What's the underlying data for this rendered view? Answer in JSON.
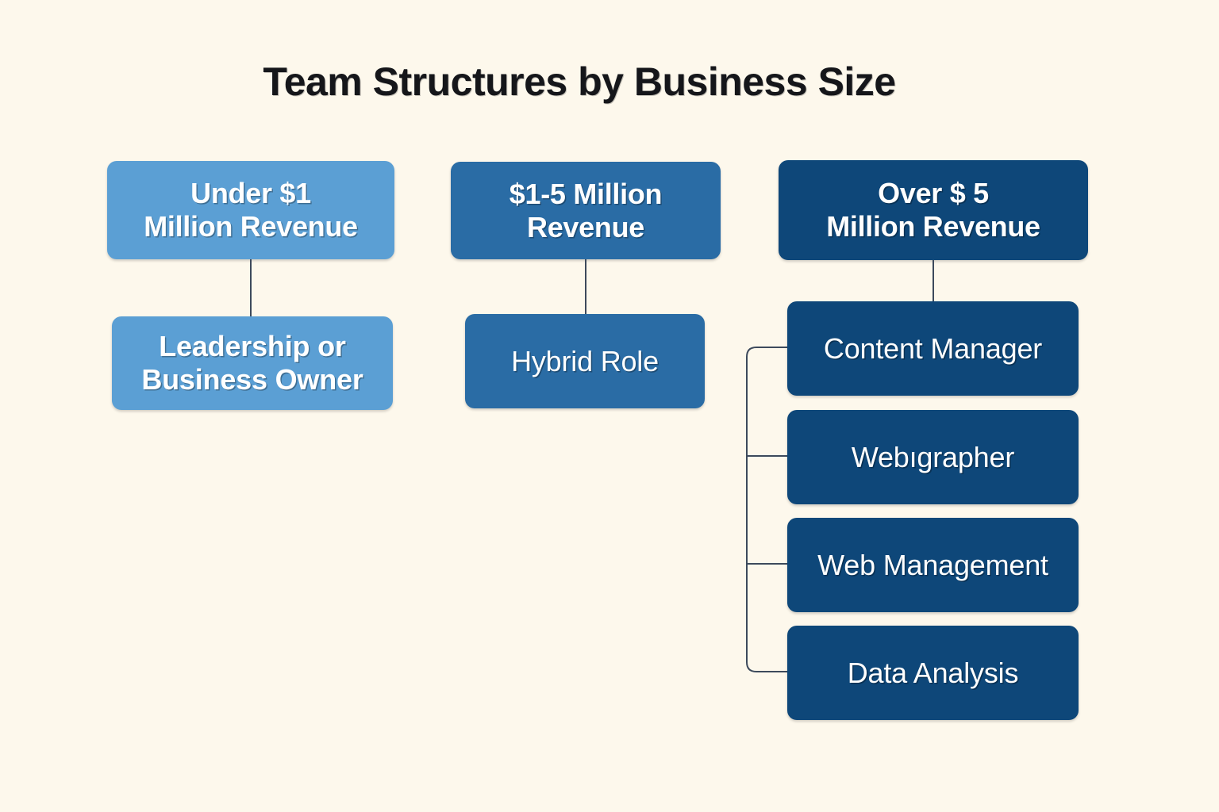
{
  "title": "Team Structures by Business Size",
  "colors": {
    "background": "#fdf8ec",
    "tier_light": "#5b9fd4",
    "tier_medium": "#2a6ca5",
    "tier_dark": "#0e4779",
    "connector": "#3d4a5c",
    "title_text": "#15161a",
    "node_text": "#ffffff"
  },
  "columns": [
    {
      "id": "under-1-million",
      "tier": "light",
      "header": {
        "line1": "Under $1",
        "line2": "Million Revenue"
      },
      "children": [
        {
          "line1": "Leadership or",
          "line2": "Business Owner"
        }
      ]
    },
    {
      "id": "one-to-five-million",
      "tier": "medium",
      "header": {
        "line1": "$1-5 Million",
        "line2": "Revenue"
      },
      "children": [
        {
          "line1": "Hybrid Role",
          "line2": ""
        }
      ]
    },
    {
      "id": "over-5-million",
      "tier": "dark",
      "header": {
        "line1": "Over $ 5",
        "line2": "Million Revenue"
      },
      "children": [
        {
          "line1": "Content Manager",
          "line2": ""
        },
        {
          "line1": "Webıgrapher",
          "line2": ""
        },
        {
          "line1": "Web Management",
          "line2": ""
        },
        {
          "line1": "Data Analysis",
          "line2": ""
        }
      ]
    }
  ],
  "chart_data": {
    "type": "diagram",
    "diagram_kind": "org-chart",
    "title": "Team Structures by Business Size",
    "nodes": [
      {
        "id": "n1",
        "label": "Under $1 Million Revenue",
        "level": 0,
        "column": 0,
        "color": "#5b9fd4"
      },
      {
        "id": "n2",
        "label": "Leadership or Business Owner",
        "level": 1,
        "column": 0,
        "color": "#5b9fd4"
      },
      {
        "id": "n3",
        "label": "$1-5 Million Revenue",
        "level": 0,
        "column": 1,
        "color": "#2a6ca5"
      },
      {
        "id": "n4",
        "label": "Hybrid Role",
        "level": 1,
        "column": 1,
        "color": "#2a6ca5"
      },
      {
        "id": "n5",
        "label": "Over $ 5 Million Revenue",
        "level": 0,
        "column": 2,
        "color": "#0e4779"
      },
      {
        "id": "n6",
        "label": "Content Manager",
        "level": 1,
        "column": 2,
        "color": "#0e4779"
      },
      {
        "id": "n7",
        "label": "Webıgrapher",
        "level": 1,
        "column": 2,
        "color": "#0e4779"
      },
      {
        "id": "n8",
        "label": "Web Management",
        "level": 1,
        "column": 2,
        "color": "#0e4779"
      },
      {
        "id": "n9",
        "label": "Data Analysis",
        "level": 1,
        "column": 2,
        "color": "#0e4779"
      }
    ],
    "edges": [
      {
        "from": "n1",
        "to": "n2"
      },
      {
        "from": "n3",
        "to": "n4"
      },
      {
        "from": "n5",
        "to": "n6"
      },
      {
        "from": "n5",
        "to": "n7"
      },
      {
        "from": "n5",
        "to": "n8"
      },
      {
        "from": "n5",
        "to": "n9"
      }
    ]
  }
}
